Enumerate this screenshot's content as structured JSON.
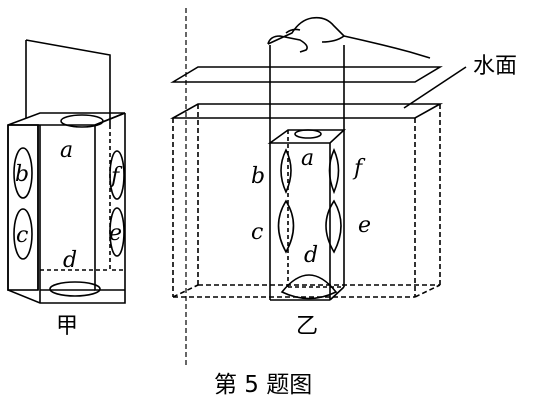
{
  "figure_a": {
    "title": "甲",
    "holes": {
      "a": "a",
      "b": "b",
      "c": "c",
      "d": "d",
      "e": "e",
      "f": "f"
    }
  },
  "figure_b": {
    "title": "乙",
    "water_label": "水面",
    "holes": {
      "a": "a",
      "b": "b",
      "c": "c",
      "d": "d",
      "e": "e",
      "f": "f"
    }
  },
  "caption": "第 5 题图"
}
